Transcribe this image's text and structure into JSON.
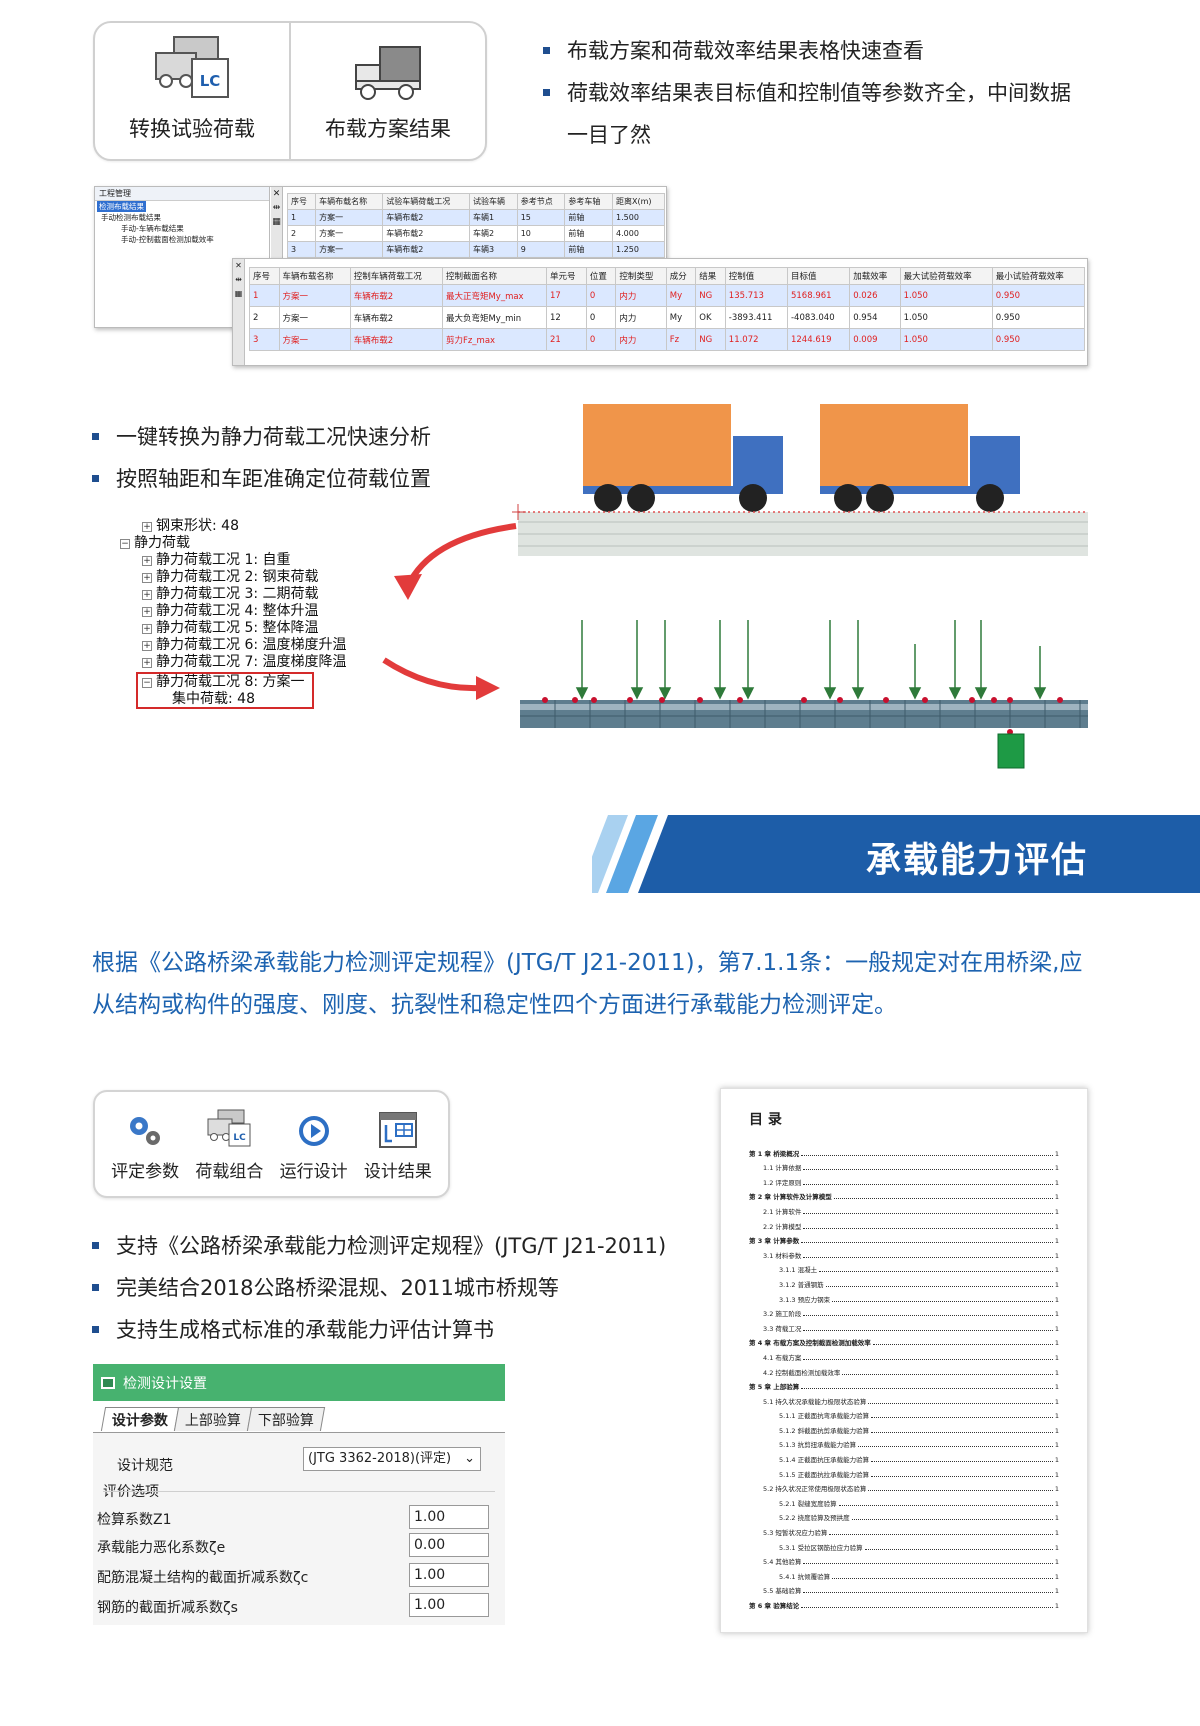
{
  "top_toolbar": {
    "buttons": [
      {
        "label": "转换试验荷载",
        "icon": "truck-lc-icon"
      },
      {
        "label": "布载方案结果",
        "icon": "truck-icon"
      }
    ]
  },
  "top_bullets": [
    "布载方案和荷载效率结果表格快速查看",
    "荷载效率结果表目标值和控制值等参数齐全，中间数据",
    "一目了然"
  ],
  "project_tree": {
    "title": "工程管理",
    "items": [
      "检测布载结果",
      "手动检测布载结果",
      "手动-车辆布载结果",
      "手动-控制截面检测加载效率"
    ]
  },
  "table_back": {
    "headers": [
      "序号",
      "车辆布载名称",
      "试验车辆荷载工况",
      "试验车辆",
      "参考节点",
      "参考车轴",
      "距离X(m)"
    ],
    "rows": [
      [
        "1",
        "方案一",
        "车辆布载2",
        "车辆1",
        "15",
        "前轴",
        "1.500"
      ],
      [
        "2",
        "方案一",
        "车辆布载2",
        "车辆2",
        "10",
        "前轴",
        "4.000"
      ],
      [
        "3",
        "方案一",
        "车辆布载2",
        "车辆3",
        "9",
        "前轴",
        "1.250"
      ]
    ]
  },
  "table_front": {
    "headers": [
      "序号",
      "车辆布载名称",
      "控制车辆荷载工况",
      "控制截面名称",
      "单元号",
      "位置",
      "控制类型",
      "成分",
      "结果",
      "控制值",
      "目标值",
      "加载效率",
      "最大试验荷载效率",
      "最小试验荷载效率"
    ],
    "rows": [
      [
        "1",
        "方案一",
        "车辆布载2",
        "最大正弯矩My_max",
        "17",
        "0",
        "内力",
        "My",
        "NG",
        "135.713",
        "5168.961",
        "0.026",
        "1.050",
        "0.950"
      ],
      [
        "2",
        "方案一",
        "车辆布载2",
        "最大负弯矩My_min",
        "12",
        "0",
        "内力",
        "My",
        "OK",
        "-3893.411",
        "-4083.040",
        "0.954",
        "1.050",
        "0.950"
      ],
      [
        "3",
        "方案一",
        "车辆布载2",
        "剪力Fz_max",
        "21",
        "0",
        "内力",
        "Fz",
        "NG",
        "11.072",
        "1244.619",
        "0.009",
        "1.050",
        "0.950"
      ]
    ]
  },
  "mid_bullets": [
    "一键转换为静力荷载工况快速分析",
    "按照轴距和车距准确定位荷载位置"
  ],
  "load_tree": {
    "top": "钢束形状: 48",
    "group": "静力荷载",
    "cases": [
      "静力荷载工况 1: 自重",
      "静力荷载工况 2: 钢束荷载",
      "静力荷载工况 3: 二期荷载",
      "静力荷载工况 4: 整体升温",
      "静力荷载工况 5: 整体降温",
      "静力荷载工况 6: 温度梯度升温",
      "静力荷载工况 7: 温度梯度降温"
    ],
    "highlight_case": "静力荷载工况 8: 方案一",
    "highlight_child": "集中荷载: 48"
  },
  "section": {
    "title": "承载能力评估"
  },
  "intro": "根据《公路桥梁承载能力检测评定规程》(JTG/T J21-2011)，第7.1.1条：一般规定对在用桥梁,应从结构或构件的强度、刚度、抗裂性和稳定性四个方面进行承载能力检测评定。",
  "bottom_toolbar": {
    "buttons": [
      {
        "label": "评定参数",
        "icon": "gears-icon"
      },
      {
        "label": "荷载组合",
        "icon": "truck-lc-icon"
      },
      {
        "label": "运行设计",
        "icon": "play-icon"
      },
      {
        "label": "设计结果",
        "icon": "results-icon"
      }
    ]
  },
  "bottom_bullets": [
    "支持《公路桥梁承载能力检测评定规程》(JTG/T J21-2011)",
    "完美结合2018公路桥梁混规、2011城市桥规等",
    "支持生成格式标准的承载能力评估计算书"
  ],
  "dialog": {
    "title": "检测设计设置",
    "tabs": [
      "设计参数",
      "上部验算",
      "下部验算"
    ],
    "spec_label": "设计规范",
    "spec_value": "(JTG 3362-2018)(评定)",
    "eval_label": "评价选项",
    "fields": [
      {
        "label": "检算系数Z1",
        "value": "1.00"
      },
      {
        "label": "承载能力恶化系数ζe",
        "value": "0.00"
      },
      {
        "label": "配筋混凝土结构的截面折减系数ζc",
        "value": "1.00"
      },
      {
        "label": "钢筋的截面折减系数ζs",
        "value": "1.00"
      }
    ]
  },
  "toc": {
    "title": "目 录",
    "entries": [
      {
        "text": "第 1 章  桥梁概况",
        "level": 0,
        "page": "1"
      },
      {
        "text": "1.1 计算依据",
        "level": 1,
        "page": "1"
      },
      {
        "text": "1.2 评定原则",
        "level": 1,
        "page": "1"
      },
      {
        "text": "第 2 章  计算软件及计算模型",
        "level": 0,
        "page": "1"
      },
      {
        "text": "2.1 计算软件",
        "level": 1,
        "page": "1"
      },
      {
        "text": "2.2 计算模型",
        "level": 1,
        "page": "1"
      },
      {
        "text": "第 3 章  计算参数",
        "level": 0,
        "page": "1"
      },
      {
        "text": "3.1 材料参数",
        "level": 1,
        "page": "1"
      },
      {
        "text": "3.1.1 混凝土",
        "level": 2,
        "page": "1"
      },
      {
        "text": "3.1.2 普通钢筋",
        "level": 2,
        "page": "1"
      },
      {
        "text": "3.1.3 预应力钢束",
        "level": 2,
        "page": "1"
      },
      {
        "text": "3.2 施工阶段",
        "level": 1,
        "page": "1"
      },
      {
        "text": "3.3 荷载工况",
        "level": 1,
        "page": "1"
      },
      {
        "text": "第 4 章  布载方案及控制截面检测加载效率",
        "level": 0,
        "page": "1"
      },
      {
        "text": "4.1 布载方案",
        "level": 1,
        "page": "1"
      },
      {
        "text": "4.2 控制截面检测加载效率",
        "level": 1,
        "page": "1"
      },
      {
        "text": "第 5 章  上部验算",
        "level": 0,
        "page": "1"
      },
      {
        "text": "5.1 持久状况承载能力极限状态验算",
        "level": 1,
        "page": "1"
      },
      {
        "text": "5.1.1 正截面抗弯承载能力验算",
        "level": 2,
        "page": "1"
      },
      {
        "text": "5.1.2 斜截面抗剪承载能力验算",
        "level": 2,
        "page": "1"
      },
      {
        "text": "5.1.3 抗剪扭承载能力验算",
        "level": 2,
        "page": "1"
      },
      {
        "text": "5.1.4 正截面抗压承载能力验算",
        "level": 2,
        "page": "1"
      },
      {
        "text": "5.1.5 正截面抗拉承载能力验算",
        "level": 2,
        "page": "1"
      },
      {
        "text": "5.2 持久状况正常使用极限状态验算",
        "level": 1,
        "page": "1"
      },
      {
        "text": "5.2.1 裂缝宽度验算",
        "level": 2,
        "page": "1"
      },
      {
        "text": "5.2.2 挠度验算及预拱度",
        "level": 2,
        "page": "1"
      },
      {
        "text": "5.3 短暂状况应力验算",
        "level": 1,
        "page": "1"
      },
      {
        "text": "5.3.1 受拉区钢筋拉应力验算",
        "level": 2,
        "page": "1"
      },
      {
        "text": "5.4 其他验算",
        "level": 1,
        "page": "1"
      },
      {
        "text": "5.4.1 抗倾覆验算",
        "level": 2,
        "page": "1"
      },
      {
        "text": "5.5 基础验算",
        "level": 1,
        "page": "1"
      },
      {
        "text": "第 6 章  验算结论",
        "level": 0,
        "page": "1"
      }
    ]
  },
  "colors": {
    "accent_blue": "#1f5fae",
    "banner_blue": "#1d5da8",
    "truck_orange": "#f0954a",
    "truck_blue": "#3f70c0",
    "arrow_red": "#e23b3b",
    "dialog_green": "#47b26f",
    "highlight_red": "#d42a2a"
  }
}
